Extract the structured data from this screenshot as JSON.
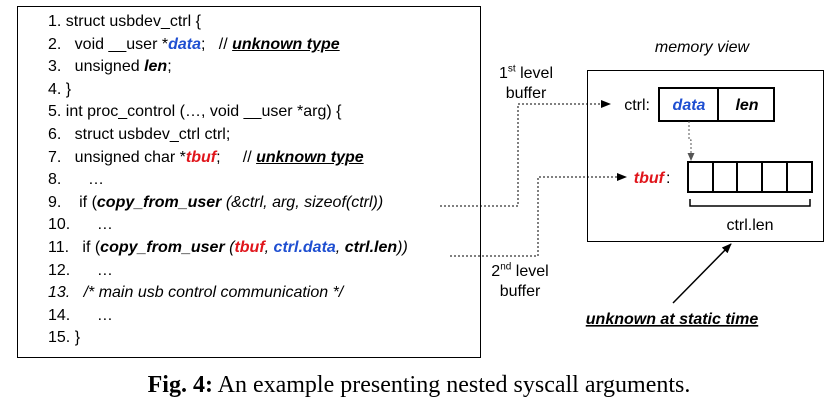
{
  "code": {
    "lines": [
      {
        "segments": [
          {
            "t": "1. struct usbdev_ctrl {"
          }
        ]
      },
      {
        "segments": [
          {
            "t": "2.   void __user *"
          },
          {
            "t": "data",
            "b": true,
            "i": true,
            "c": "blue"
          },
          {
            "t": ";   // "
          },
          {
            "t": "unknown type",
            "b": true,
            "i": true,
            "u": true
          }
        ]
      },
      {
        "segments": [
          {
            "t": "3.   unsigned "
          },
          {
            "t": "len",
            "b": true,
            "i": true
          },
          {
            "t": ";"
          }
        ]
      },
      {
        "segments": [
          {
            "t": "4. }"
          }
        ]
      },
      {
        "segments": [
          {
            "t": "5. int proc_control (…, void __user *arg) {"
          }
        ]
      },
      {
        "segments": [
          {
            "t": "6.   struct usbdev_ctrl ctrl;"
          }
        ]
      },
      {
        "segments": [
          {
            "t": "7.   unsigned char *"
          },
          {
            "t": "tbuf",
            "b": true,
            "i": true,
            "c": "red"
          },
          {
            "t": ";     // "
          },
          {
            "t": "unknown type",
            "b": true,
            "i": true,
            "u": true
          }
        ]
      },
      {
        "segments": [
          {
            "t": "8.      …"
          }
        ]
      },
      {
        "segments": [
          {
            "t": "9.    if ("
          },
          {
            "t": "copy_from_user",
            "b": true,
            "i": true
          },
          {
            "t": " (&ctrl, arg, sizeof(ctrl))",
            "i": true
          }
        ]
      },
      {
        "segments": [
          {
            "t": "10.      …"
          }
        ]
      },
      {
        "segments": [
          {
            "t": "11.   if ("
          },
          {
            "t": "copy_from_user",
            "b": true,
            "i": true
          },
          {
            "t": " (",
            "i": true
          },
          {
            "t": "tbuf",
            "b": true,
            "i": true,
            "c": "red"
          },
          {
            "t": ", ",
            "i": true
          },
          {
            "t": "ctrl.data",
            "b": true,
            "i": true,
            "c": "blue"
          },
          {
            "t": ", ",
            "i": true
          },
          {
            "t": "ctrl.len",
            "b": true,
            "i": true
          },
          {
            "t": "))",
            "i": true
          }
        ]
      },
      {
        "segments": [
          {
            "t": "12.      …"
          }
        ]
      },
      {
        "segments": [
          {
            "t": "13.   /* main usb control communication */",
            "i": true
          }
        ]
      },
      {
        "segments": [
          {
            "t": "14.      …"
          }
        ]
      },
      {
        "segments": [
          {
            "t": "15. }"
          }
        ]
      }
    ]
  },
  "labels": {
    "first_level": {
      "num": "1",
      "sup": "st",
      "rest": " level",
      "line2": "buffer"
    },
    "second_level": {
      "num": "2",
      "sup": "nd",
      "rest": " level",
      "line2": "buffer"
    },
    "memory_view": "memory view",
    "ctrl_label": "ctrl:",
    "tbuf_label": "tbuf",
    "tbuf_colon": ":",
    "data_field": "data",
    "len_field": "len",
    "ctrl_len": "ctrl.len",
    "unknown_static": "unknown at static time"
  },
  "caption": {
    "label": "Fig. 4:",
    "text": " An example presenting nested syscall arguments."
  },
  "colors": {
    "blue": "#1f4fd1",
    "red": "#e0151b"
  }
}
